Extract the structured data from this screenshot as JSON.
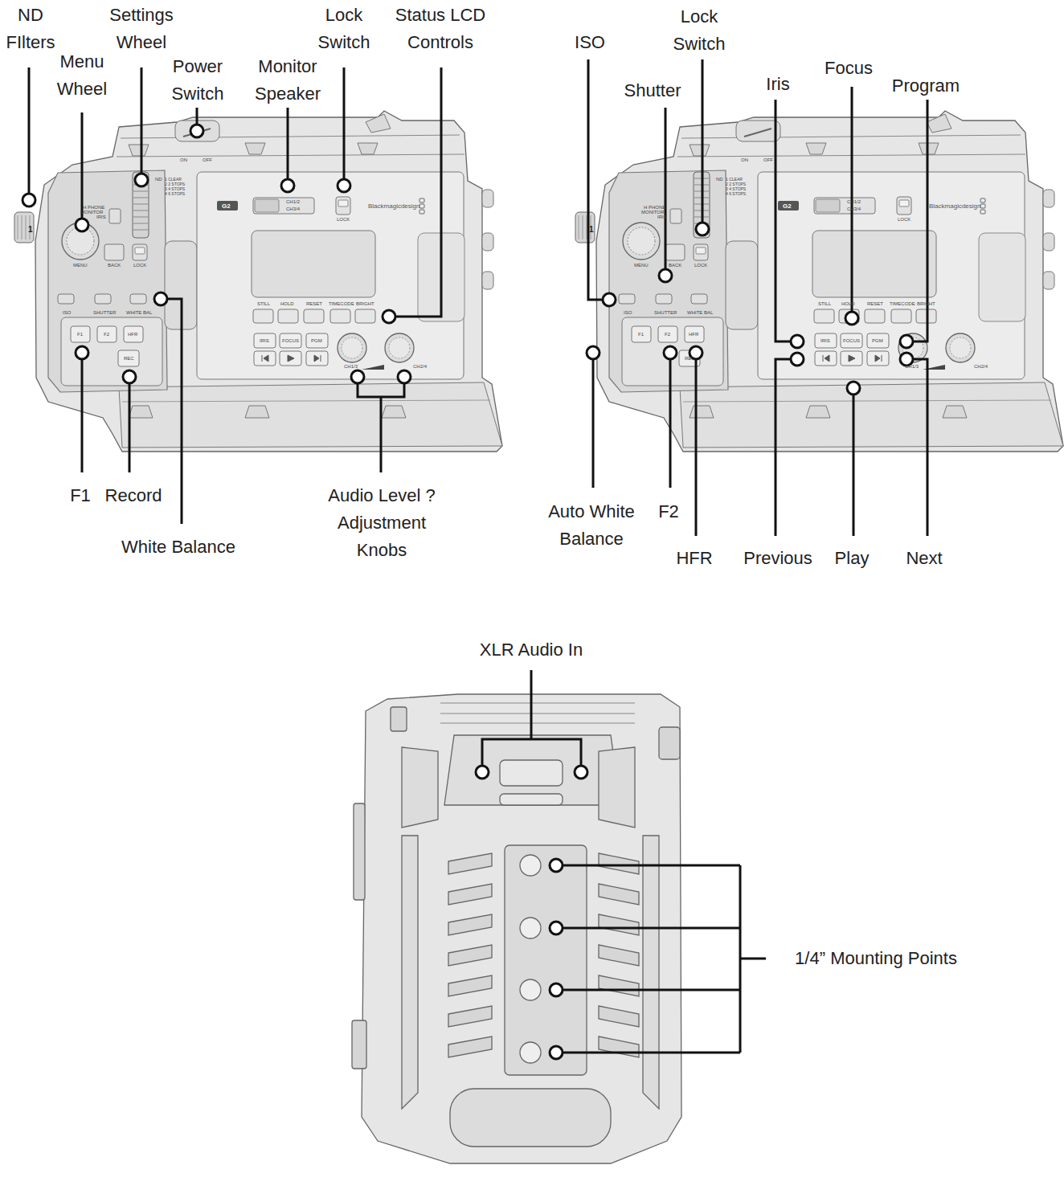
{
  "diagram": {
    "labels": [
      "ND FIlters",
      "Settings Wheel",
      "Menu Wheel",
      "Power Switch",
      "Monitor Speaker",
      "Lock Switch",
      "Status LCD Controls",
      "F1",
      "Record",
      "White Balance",
      "Audio Level ? Adjustment Knobs",
      "ISO",
      "Lock Switch",
      "Shutter",
      "Iris",
      "Focus",
      "Program",
      "Auto White Balance",
      "F2",
      "HFR",
      "Previous",
      "Play",
      "Next",
      "XLR Audio In",
      "1/4” Mounting Points",
      "ON",
      "OFF",
      "G2",
      "CH1/2",
      "CH3/4",
      "LOCK",
      "Blackmagicdesign",
      "ND",
      "1 CLEAR",
      "2 2 STOPS",
      "3 4 STOPS",
      "4 6 STOPS",
      "H PHONE",
      "MONITOR",
      "IRIS",
      "MENU",
      "BACK",
      "LOCK",
      "ISO",
      "SHUTTER",
      "WHITE BAL",
      "F1",
      "F2",
      "HFR",
      "REC",
      "STILL",
      "HOLD",
      "RESET",
      "TIMECODE",
      "BRIGHT",
      "IRIS",
      "FOCUS",
      "PGM",
      "CH1/3",
      "CH2/4",
      "1",
      "ON",
      "OFF",
      "G2",
      "CH1/2",
      "CH3/4",
      "LOCK",
      "Blackmagicdesign",
      "ND",
      "1 CLEAR",
      "2 2 STOPS",
      "3 4 STOPS",
      "4 6 STOPS",
      "H PHONE",
      "MONITOR",
      "IRIS",
      "MENU",
      "BACK",
      "LOCK",
      "ISO",
      "SHUTTER",
      "WHITE BAL",
      "F1",
      "F2",
      "HFR",
      "REC",
      "STILL",
      "HOLD",
      "RESET",
      "TIMECODE",
      "BRIGHT",
      "IRIS",
      "FOCUS",
      "PGM",
      "CH1/3",
      "CH2/4",
      "1"
    ]
  }
}
